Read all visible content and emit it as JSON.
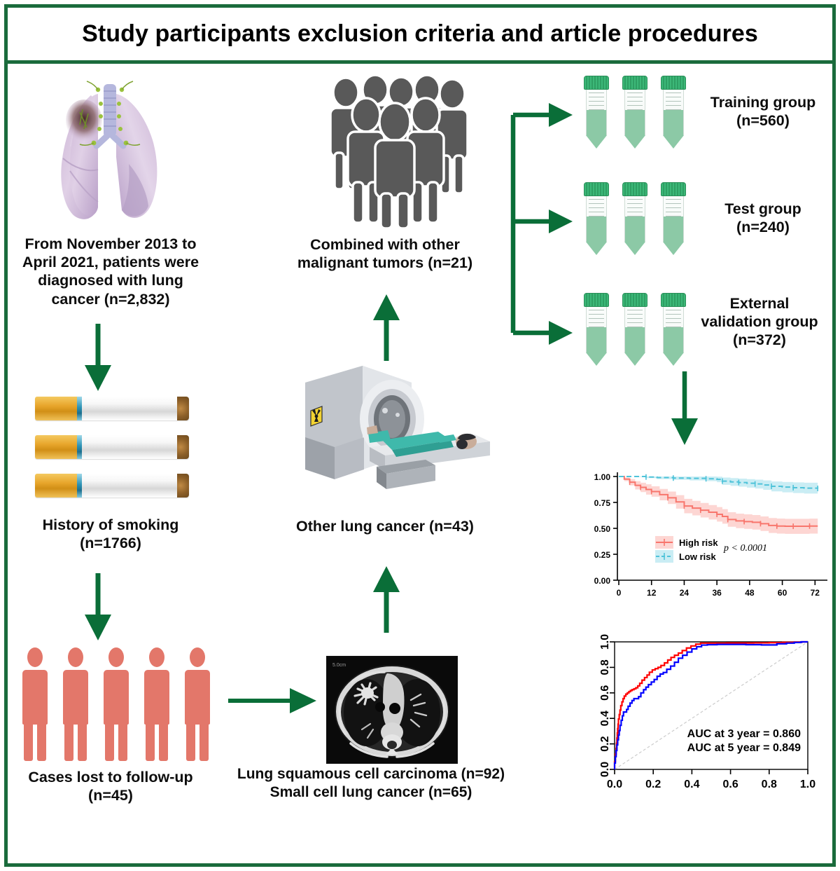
{
  "title": "Study participants exclusion criteria and article procedures",
  "theme": {
    "frame_green": "#1a6b3c",
    "arrow_green": "#0a6e38",
    "high_risk_red": "#F8766D",
    "low_risk_cyan": "#4FC3D9",
    "roc_red": "#FF0000",
    "roc_blue": "#0000FF",
    "people_pink": "#e3776a",
    "crowd_grey": "#595959"
  },
  "flow": {
    "left": {
      "step1": "From November 2013 to\nApril 2021, patients were\ndiagnosed with lung\ncancer (n=2,832)",
      "step2": "History of smoking\n(n1766)",
      "step2_display": "History of smoking\n(n=1766)",
      "step3": "Cases lost to follow-up\n(n=45)"
    },
    "middle": {
      "step1": "Combined with other\nmalignant tumors (n=21)",
      "step2": "Other lung cancer (n=43)",
      "step3": "Lung squamous cell carcinoma (n=92)\nSmall cell lung cancer (n=65)"
    },
    "right": {
      "group1": "Training group\n(n=560)",
      "group2": "Test group\n(n=240)",
      "group3": "External\nvalidation group\n(n=372)"
    }
  },
  "icons": {
    "lungs": "lungs-illustration",
    "cigarettes": "cigarettes-icon",
    "people_pink": "people-group-icon",
    "crowd": "crowd-of-people-icon",
    "ct_scanner": "ct-scanner-illustration",
    "ct_slice": "chest-ct-scan-image",
    "tubes": "test-tube-rack-icon"
  },
  "chart_data": [
    {
      "type": "line",
      "name": "kaplan-meier-survival",
      "title": "",
      "xlabel": "",
      "ylabel": "",
      "xlim": [
        0,
        75
      ],
      "ylim": [
        0,
        1.0
      ],
      "xticks": [
        "0",
        "12",
        "24",
        "36",
        "48",
        "60",
        "72"
      ],
      "yticks": [
        "0.00",
        "0.25",
        "0.50",
        "0.75",
        "1.00"
      ],
      "grid": false,
      "annotation": "p < 0.0001",
      "legend_position": "bottom-left",
      "legend": [
        "High risk",
        "Low risk"
      ],
      "series": [
        {
          "name": "High risk",
          "color": "#F8766D",
          "style": "solid",
          "x": [
            0,
            2,
            4,
            6,
            8,
            10,
            12,
            15,
            18,
            21,
            24,
            27,
            30,
            33,
            36,
            38,
            40,
            43,
            46,
            49,
            52,
            55,
            58,
            61,
            64,
            67,
            70,
            73
          ],
          "y": [
            1.0,
            0.975,
            0.945,
            0.915,
            0.895,
            0.875,
            0.855,
            0.825,
            0.795,
            0.755,
            0.715,
            0.695,
            0.675,
            0.655,
            0.635,
            0.615,
            0.585,
            0.572,
            0.565,
            0.558,
            0.545,
            0.528,
            0.522,
            0.52,
            0.52,
            0.52,
            0.522,
            0.522
          ],
          "ci_upper": [
            1.0,
            0.99,
            0.975,
            0.955,
            0.94,
            0.925,
            0.905,
            0.88,
            0.855,
            0.82,
            0.785,
            0.765,
            0.745,
            0.725,
            0.705,
            0.685,
            0.655,
            0.642,
            0.635,
            0.628,
            0.615,
            0.6,
            0.595,
            0.592,
            0.592,
            0.592,
            0.594,
            0.594
          ],
          "ci_lower": [
            1.0,
            0.955,
            0.915,
            0.875,
            0.85,
            0.825,
            0.805,
            0.77,
            0.735,
            0.69,
            0.645,
            0.625,
            0.605,
            0.585,
            0.565,
            0.545,
            0.515,
            0.502,
            0.495,
            0.488,
            0.475,
            0.455,
            0.449,
            0.447,
            0.447,
            0.447,
            0.449,
            0.449
          ]
        },
        {
          "name": "Low risk",
          "color": "#4FC3D9",
          "style": "dashed",
          "x": [
            0,
            6,
            10,
            14,
            20,
            26,
            32,
            36,
            38,
            41,
            44,
            47,
            50,
            53,
            56,
            60,
            64,
            68,
            73
          ],
          "y": [
            1.0,
            1.0,
            0.995,
            0.99,
            0.985,
            0.982,
            0.978,
            0.972,
            0.955,
            0.948,
            0.942,
            0.935,
            0.928,
            0.918,
            0.905,
            0.898,
            0.892,
            0.888,
            0.885
          ],
          "ci_upper": [
            1.0,
            1.0,
            1.0,
            1.0,
            1.0,
            1.0,
            1.0,
            0.998,
            0.99,
            0.985,
            0.98,
            0.975,
            0.97,
            0.962,
            0.952,
            0.947,
            0.943,
            0.94,
            0.938
          ],
          "ci_lower": [
            1.0,
            0.995,
            0.985,
            0.975,
            0.968,
            0.962,
            0.955,
            0.945,
            0.92,
            0.91,
            0.902,
            0.893,
            0.884,
            0.872,
            0.856,
            0.847,
            0.84,
            0.835,
            0.831
          ]
        }
      ]
    },
    {
      "type": "line",
      "name": "roc-curve",
      "title": "",
      "xlabel": "",
      "ylabel": "",
      "xlim": [
        0,
        1
      ],
      "ylim": [
        0,
        1
      ],
      "xticks": [
        "0.0",
        "0.2",
        "0.4",
        "0.6",
        "0.8",
        "1.0"
      ],
      "yticks": [
        "0.0",
        "0.2",
        "0.4",
        "0.6",
        "0.8",
        "1.0"
      ],
      "grid": false,
      "annotations": [
        "AUC at 3 year = 0.860",
        "AUC at 5 year = 0.849"
      ],
      "diagonal_reference": true,
      "series": [
        {
          "name": "AUC at 3 year = 0.860",
          "color": "#FF0000",
          "x": [
            0.0,
            0.004,
            0.008,
            0.01,
            0.012,
            0.014,
            0.016,
            0.018,
            0.02,
            0.024,
            0.028,
            0.032,
            0.038,
            0.044,
            0.05,
            0.058,
            0.066,
            0.074,
            0.082,
            0.09,
            0.1,
            0.11,
            0.12,
            0.13,
            0.142,
            0.155,
            0.168,
            0.18,
            0.195,
            0.21,
            0.225,
            0.24,
            0.258,
            0.275,
            0.292,
            0.31,
            0.33,
            0.35,
            0.372,
            0.395,
            0.42,
            0.445,
            0.47,
            0.52,
            0.58,
            0.65,
            0.72,
            0.8,
            0.87,
            0.93,
            0.97,
            1.0
          ],
          "y": [
            0.0,
            0.06,
            0.12,
            0.165,
            0.205,
            0.245,
            0.285,
            0.32,
            0.355,
            0.395,
            0.43,
            0.465,
            0.5,
            0.53,
            0.555,
            0.575,
            0.59,
            0.6,
            0.61,
            0.618,
            0.625,
            0.632,
            0.64,
            0.655,
            0.675,
            0.7,
            0.72,
            0.74,
            0.762,
            0.78,
            0.79,
            0.8,
            0.815,
            0.835,
            0.858,
            0.878,
            0.895,
            0.912,
            0.932,
            0.952,
            0.968,
            0.982,
            0.99,
            0.99,
            0.99,
            0.991,
            0.991,
            0.992,
            0.994,
            0.996,
            0.998,
            1.0
          ]
        },
        {
          "name": "AUC at 5 year = 0.849",
          "color": "#0000FF",
          "x": [
            0.0,
            0.004,
            0.008,
            0.012,
            0.016,
            0.02,
            0.024,
            0.028,
            0.034,
            0.04,
            0.046,
            0.054,
            0.062,
            0.07,
            0.08,
            0.09,
            0.1,
            0.112,
            0.124,
            0.136,
            0.15,
            0.162,
            0.175,
            0.19,
            0.205,
            0.22,
            0.236,
            0.252,
            0.27,
            0.29,
            0.31,
            0.33,
            0.352,
            0.375,
            0.4,
            0.425,
            0.45,
            0.48,
            0.53,
            0.6,
            0.68,
            0.76,
            0.84,
            0.89,
            0.93,
            0.965,
            1.0
          ],
          "y": [
            0.0,
            0.05,
            0.1,
            0.148,
            0.192,
            0.232,
            0.27,
            0.305,
            0.345,
            0.385,
            0.42,
            0.45,
            0.45,
            0.47,
            0.495,
            0.52,
            0.54,
            0.555,
            0.555,
            0.57,
            0.6,
            0.625,
            0.645,
            0.665,
            0.685,
            0.705,
            0.73,
            0.748,
            0.76,
            0.785,
            0.81,
            0.84,
            0.872,
            0.895,
            0.92,
            0.945,
            0.962,
            0.975,
            0.978,
            0.98,
            0.98,
            0.978,
            0.976,
            0.985,
            0.99,
            0.995,
            1.0
          ]
        }
      ]
    }
  ]
}
